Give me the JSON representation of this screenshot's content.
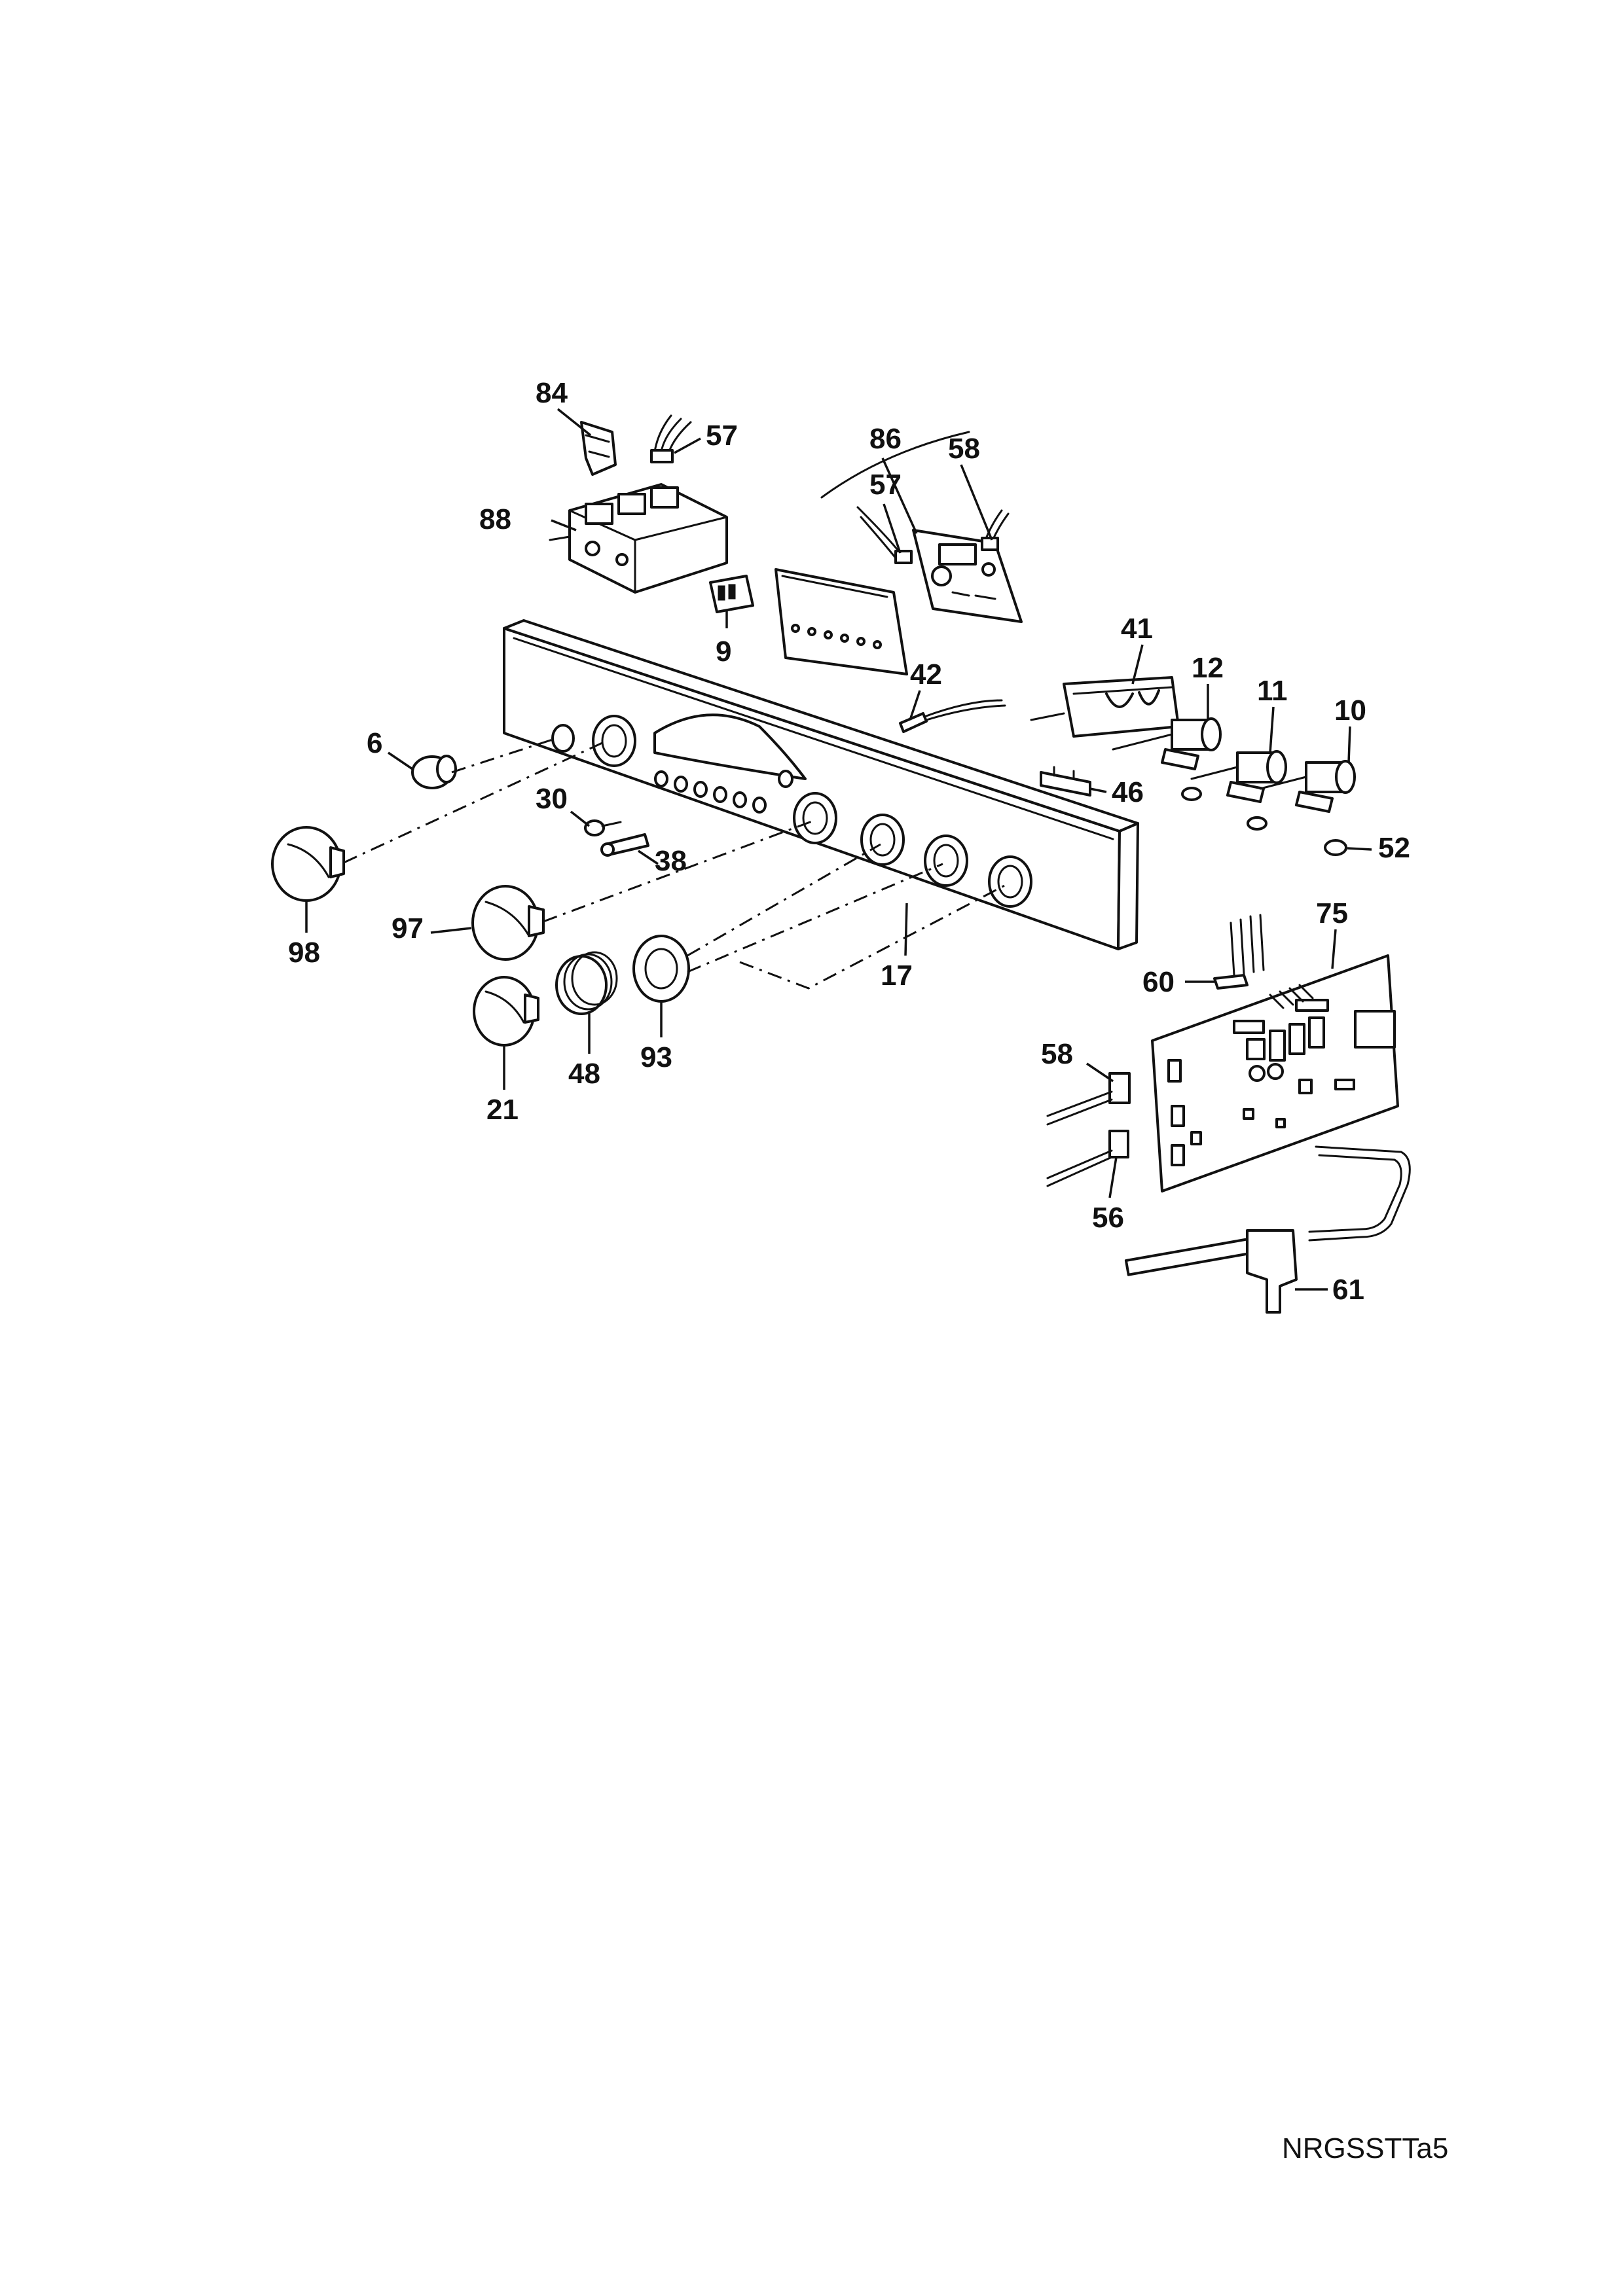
{
  "diagram": {
    "reference_code": "NRGSSTTa5",
    "callouts": {
      "c84": "84",
      "c57a": "57",
      "c88": "88",
      "c9": "9",
      "c86": "86",
      "c58a": "58",
      "c57b": "57",
      "c41": "41",
      "c12": "12",
      "c11": "11",
      "c10": "10",
      "c42": "42",
      "c46": "46",
      "c52": "52",
      "c6": "6",
      "c30": "30",
      "c38": "38",
      "c98": "98",
      "c97": "97",
      "c17": "17",
      "c21": "21",
      "c48": "48",
      "c93": "93",
      "c75": "75",
      "c60": "60",
      "c58b": "58",
      "c56": "56",
      "c61": "61"
    }
  }
}
